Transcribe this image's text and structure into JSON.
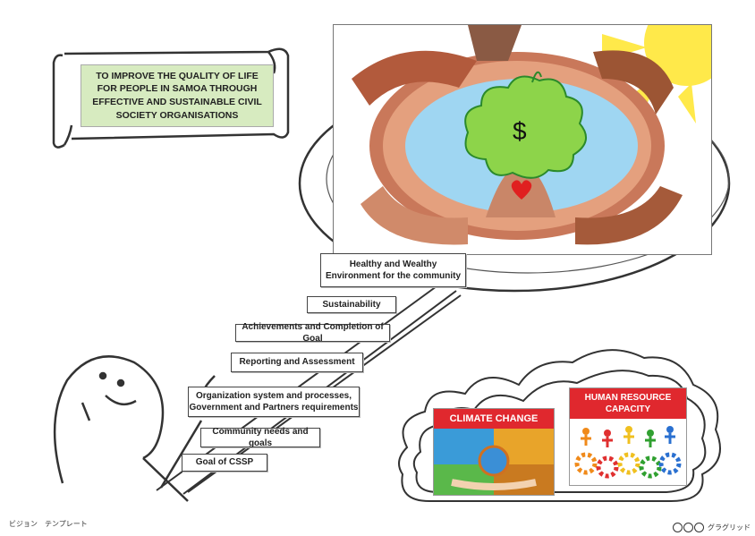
{
  "goal": {
    "text": "TO IMPROVE THE QUALITY OF LIFE FOR PEOPLE IN SAMOA THROUGH EFFECTIVE AND SUSTAINABLE CIVIL SOCIETY ORGANISATIONS"
  },
  "picture": {
    "symbol": "$"
  },
  "ladder_steps": [
    {
      "label": "Healthy and Wealthy Environment for the community"
    },
    {
      "label": "Sustainability"
    },
    {
      "label": "Achievements and Completion of Goal"
    },
    {
      "label": "Reporting and Assessment"
    },
    {
      "label": "Organization system and processes, Government and Partners requirements"
    },
    {
      "label": "Community needs and goals"
    },
    {
      "label": "Goal of CSSP"
    }
  ],
  "cards": {
    "climate": {
      "title": "CLIMATE CHANGE"
    },
    "hr": {
      "title": "HUMAN RESOURCE CAPACITY"
    }
  },
  "footer": {
    "left": "ビジョン　テンプレート",
    "right": "グラグリッド"
  },
  "colors": {
    "goal_bg": "#d7ebc0",
    "card_title": "#e0282e",
    "sun": "#ffe94a",
    "water": "#9fd6f2",
    "tree": "#8dd44a"
  }
}
